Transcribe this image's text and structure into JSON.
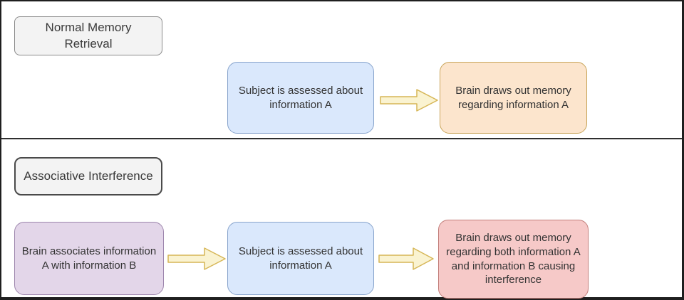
{
  "sections": [
    {
      "label": "Normal Memory Retrieval",
      "nodes": [
        {
          "text": "Subject is assessed about information A",
          "color": "blue"
        },
        {
          "text": "Brain draws out memory regarding information A",
          "color": "orange"
        }
      ]
    },
    {
      "label": "Associative Interference",
      "nodes": [
        {
          "text": "Brain associates information A with information B",
          "color": "purple"
        },
        {
          "text": "Subject is assessed about information A",
          "color": "blue"
        },
        {
          "text": "Brain draws out memory regarding both information A and information B causing interference",
          "color": "red"
        }
      ]
    }
  ],
  "colors": {
    "blue_fill": "#dae8fc",
    "blue_stroke": "#88a4cc",
    "orange_fill": "#fce5cd",
    "orange_stroke": "#c9a55a",
    "purple_fill": "#e3d6e9",
    "purple_stroke": "#9d86ad",
    "red_fill": "#f6c9c8",
    "red_stroke": "#c27e7a",
    "arrow_fill": "#faf3d1",
    "arrow_stroke": "#d6b656",
    "label_fill": "#f3f3f3",
    "divider": "#2f2f2f",
    "frame": "#1f1f1f"
  }
}
